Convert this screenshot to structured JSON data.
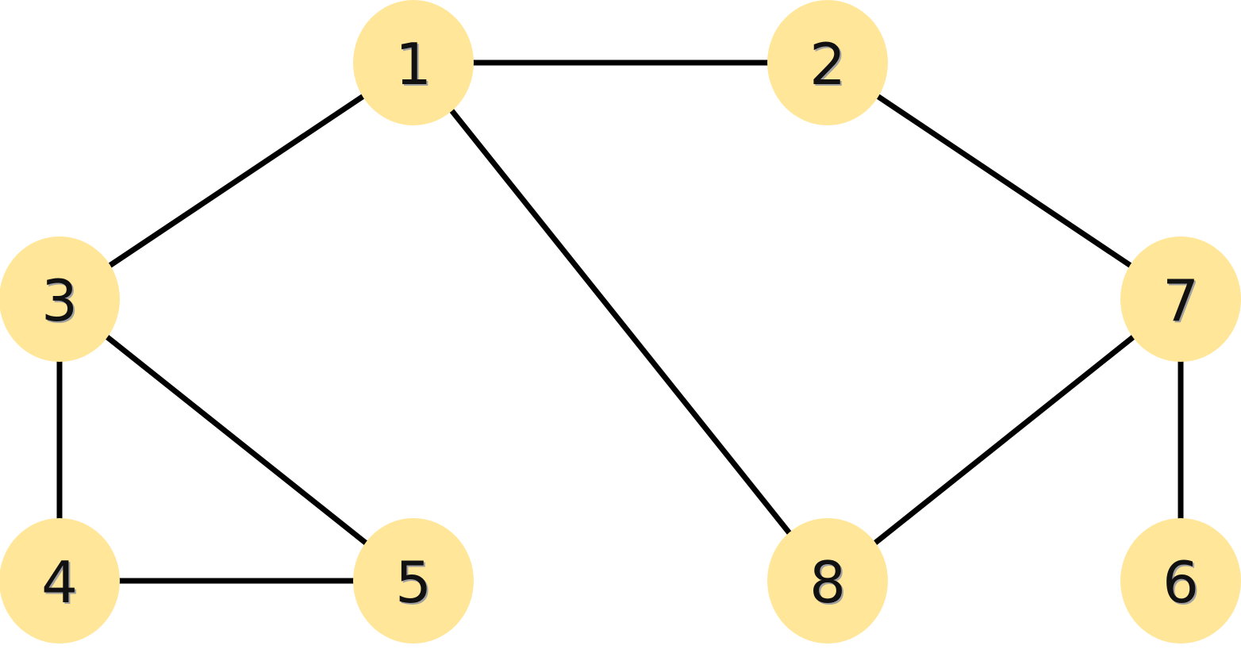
{
  "graph": {
    "node_color": "#FFE699",
    "edge_color": "#000000",
    "label_color": "#111111",
    "nodes": [
      {
        "id": "1",
        "label": "1"
      },
      {
        "id": "2",
        "label": "2"
      },
      {
        "id": "3",
        "label": "3"
      },
      {
        "id": "4",
        "label": "4"
      },
      {
        "id": "5",
        "label": "5"
      },
      {
        "id": "6",
        "label": "6"
      },
      {
        "id": "7",
        "label": "7"
      },
      {
        "id": "8",
        "label": "8"
      }
    ],
    "edges": [
      {
        "from": "1",
        "to": "2"
      },
      {
        "from": "1",
        "to": "3"
      },
      {
        "from": "1",
        "to": "8"
      },
      {
        "from": "2",
        "to": "7"
      },
      {
        "from": "3",
        "to": "4"
      },
      {
        "from": "3",
        "to": "5"
      },
      {
        "from": "4",
        "to": "5"
      },
      {
        "from": "7",
        "to": "8"
      },
      {
        "from": "7",
        "to": "6"
      }
    ]
  }
}
